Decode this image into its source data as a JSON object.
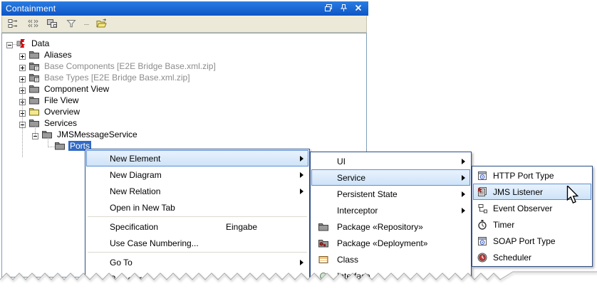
{
  "window": {
    "title": "Containment",
    "buttons": [
      {
        "name": "float-window-icon",
        "icon": "float-window-icon"
      },
      {
        "name": "pin-icon",
        "icon": "pin-icon"
      },
      {
        "name": "close-icon",
        "icon": "close-icon"
      }
    ]
  },
  "toolbar": {
    "buttons": [
      {
        "name": "expand-nodes-icon",
        "icon": "expand-nodes-icon"
      },
      {
        "name": "collapse-nodes-icon",
        "icon": "collapse-nodes-icon"
      },
      {
        "name": "grouping-icon",
        "icon": "grouping-icon"
      },
      {
        "name": "filter-icon",
        "icon": "filter-icon"
      },
      {
        "name": "separator",
        "icon": "separator"
      },
      {
        "name": "open-diagram-icon",
        "icon": "open-diagram-icon"
      }
    ]
  },
  "tree": {
    "items": [
      {
        "label": "Data",
        "level": 0,
        "expander": "minus",
        "icon": "e2e-data-icon"
      },
      {
        "label": "Aliases",
        "level": 1,
        "expander": "plus",
        "icon": "folder-icon"
      },
      {
        "label": "Base Components [E2E Bridge Base.xml.zip]",
        "level": 1,
        "expander": "plus",
        "icon": "folder-link-icon",
        "muted": true
      },
      {
        "label": "Base Types [E2E Bridge Base.xml.zip]",
        "level": 1,
        "expander": "plus",
        "icon": "folder-link-icon",
        "muted": true
      },
      {
        "label": "Component View",
        "level": 1,
        "expander": "plus",
        "icon": "folder-icon"
      },
      {
        "label": "File View",
        "level": 1,
        "expander": "plus",
        "icon": "folder-icon"
      },
      {
        "label": "Overview",
        "level": 1,
        "expander": "plus",
        "icon": "folder-yellow-icon"
      },
      {
        "label": "Services",
        "level": 1,
        "expander": "minus",
        "icon": "folder-icon"
      },
      {
        "label": "JMSMessageService",
        "level": 2,
        "expander": "minus",
        "icon": "folder-icon"
      },
      {
        "label": "Ports",
        "level": 3,
        "expander": "none",
        "icon": "folder-icon",
        "selected": true
      }
    ]
  },
  "menus": {
    "context": {
      "items": [
        {
          "label": "New Element",
          "submenu": true,
          "highlighted": true
        },
        {
          "label": "New Diagram",
          "submenu": true
        },
        {
          "label": "New Relation",
          "submenu": true
        },
        {
          "label": "Open in New Tab"
        },
        {
          "separator": true
        },
        {
          "label": "Specification",
          "shortcut": "Eingabe"
        },
        {
          "label": "Use Case Numbering..."
        },
        {
          "separator": true
        },
        {
          "label": "Go To",
          "submenu": true
        },
        {
          "label": "Refactor",
          "submenu": true
        }
      ]
    },
    "new_element": {
      "items": [
        {
          "label": "UI",
          "submenu": true
        },
        {
          "label": "Service",
          "submenu": true,
          "highlighted": true
        },
        {
          "label": "Persistent State",
          "submenu": true
        },
        {
          "label": "Interceptor",
          "submenu": true
        },
        {
          "label": "Package «Repository»",
          "icon": "package-icon"
        },
        {
          "label": "Package «Deployment»",
          "icon": "package-deployment-icon"
        },
        {
          "label": "Class",
          "icon": "class-icon"
        },
        {
          "label": "Interface",
          "icon": "interface-icon"
        }
      ]
    },
    "service": {
      "items": [
        {
          "label": "HTTP Port Type",
          "icon": "http-port-type-icon"
        },
        {
          "label": "JMS Listener",
          "icon": "jms-listener-icon",
          "highlighted": true
        },
        {
          "label": "Event Observer",
          "icon": "event-observer-icon"
        },
        {
          "label": "Timer",
          "icon": "timer-icon"
        },
        {
          "label": "SOAP Port Type",
          "icon": "soap-port-type-icon"
        },
        {
          "label": "Scheduler",
          "icon": "scheduler-icon"
        }
      ]
    }
  },
  "colors": {
    "titlebar_top": "#2b7ce2",
    "titlebar_bottom": "#0d55c6",
    "toolbar_bg": "#ece9d8",
    "selection_blue": "#316ac5",
    "menu_border": "#2f4f87",
    "menu_highlight_border": "#5b8ed6",
    "muted_text": "#8c8c8c"
  }
}
